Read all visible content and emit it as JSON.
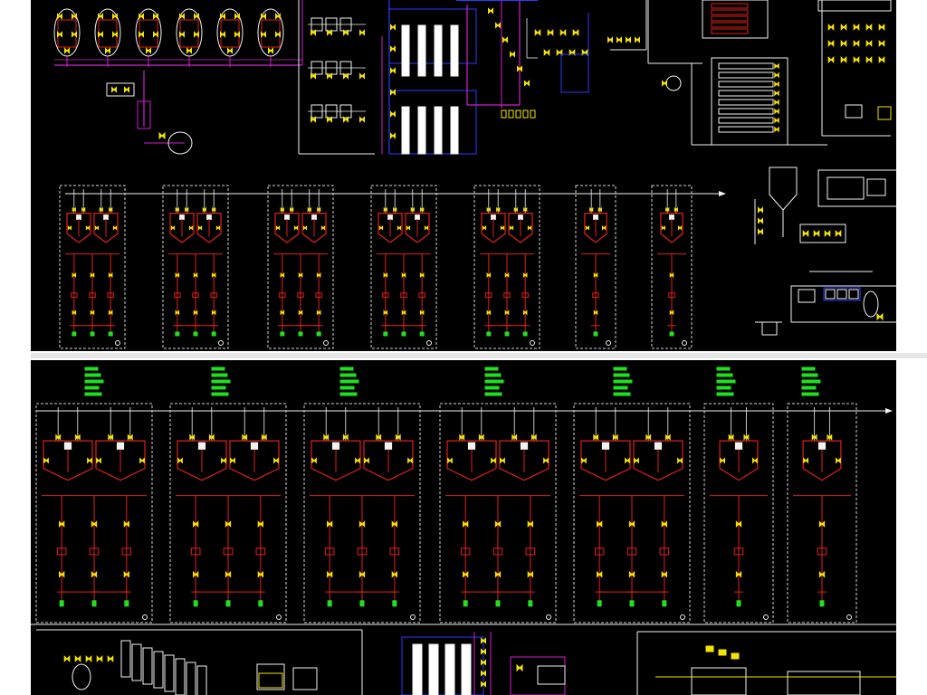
{
  "colors": {
    "background": "#000000",
    "equipment_red": "#e0201a",
    "pipe_white": "#f2f2f2",
    "valve_yellow": "#f5e300",
    "line_magenta": "#d020d0",
    "line_blue": "#2a3cff",
    "label_green": "#20e020",
    "frame_dashed": "#cfcfcf"
  },
  "top_panel": {
    "units": [
      {
        "id": "unit-1",
        "type": "double"
      },
      {
        "id": "unit-2",
        "type": "double"
      },
      {
        "id": "unit-3",
        "type": "double"
      },
      {
        "id": "unit-4",
        "type": "double"
      },
      {
        "id": "unit-5",
        "type": "double"
      },
      {
        "id": "unit-6",
        "type": "single"
      },
      {
        "id": "unit-7",
        "type": "single"
      }
    ]
  },
  "bottom_panel": {
    "units": [
      {
        "id": "unit-1",
        "type": "double"
      },
      {
        "id": "unit-2",
        "type": "double"
      },
      {
        "id": "unit-3",
        "type": "double"
      },
      {
        "id": "unit-4",
        "type": "double"
      },
      {
        "id": "unit-5",
        "type": "double"
      },
      {
        "id": "unit-6",
        "type": "single"
      },
      {
        "id": "unit-7",
        "type": "single"
      }
    ]
  },
  "icons": [
    "valve-icon",
    "pump-icon",
    "tank-icon",
    "filter-column-icon"
  ]
}
